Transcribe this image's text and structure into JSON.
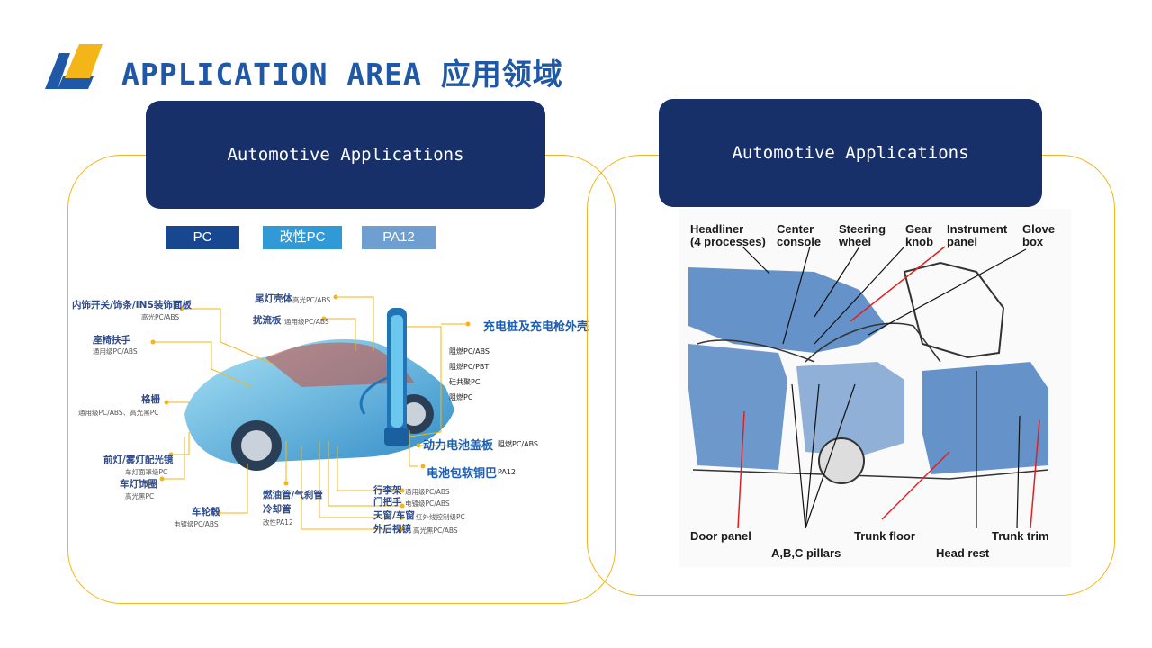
{
  "page": {
    "title": "APPLICATION AREA 应用领域"
  },
  "left_card": {
    "banner": "Automotive Applications",
    "tabs": [
      {
        "label": "PC",
        "color": "#17478f"
      },
      {
        "label": "改性PC",
        "color": "#2f9ad6"
      },
      {
        "label": "PA12",
        "color": "#6f9fd1"
      }
    ],
    "callouts": [
      {
        "name": "内饰开关/饰条/INS装饰面板",
        "material": "高光PC/ABS"
      },
      {
        "name": "座椅扶手",
        "material": "通用级PC/ABS"
      },
      {
        "name": "格栅",
        "material": "通用级PC/ABS、高光黑PC"
      },
      {
        "name": "前灯/雾灯配光镜",
        "material": "车灯面罩级PC"
      },
      {
        "name": "车灯饰圈",
        "material": "高光黑PC"
      },
      {
        "name": "车轮毂",
        "material": "电镀级PC/ABS"
      },
      {
        "name": "尾灯壳体",
        "material": "高光PC/ABS"
      },
      {
        "name": "扰流板",
        "material": "通用级PC/ABS"
      },
      {
        "name": "燃油管/气刹管",
        "name2": "冷却管",
        "material": "改性PA12"
      },
      {
        "name": "行李架",
        "material": "通用级PC/ABS"
      },
      {
        "name": "门把手",
        "material": "电镀级PC/ABS"
      },
      {
        "name": "天窗/车窗",
        "material": "红外线控制级PC"
      },
      {
        "name": "外后视镜",
        "material": "高光黑PC/ABS"
      }
    ],
    "charging": {
      "title": "充电桩及充电枪外壳",
      "materials": [
        "阻燃PC/ABS",
        "阻燃PC/PBT",
        "硅共聚PC",
        "阻燃PC"
      ]
    },
    "battery_cover": {
      "name": "动力电池盖板",
      "material": "阻燃PC/ABS"
    },
    "battery_busbar": {
      "name": "电池包软铜巴",
      "material": "PA12"
    }
  },
  "right_card": {
    "banner": "Automotive Applications",
    "labels": {
      "headliner": "Headliner\n(4 processes)",
      "center_console": "Center\nconsole",
      "steering_wheel": "Steering\nwheel",
      "gear_knob": "Gear\nknob",
      "instrument_panel": "Instrument\npanel",
      "glove_box": "Glove\nbox",
      "door_panel": "Door panel",
      "pillars": "A,B,C pillars",
      "trunk_floor": "Trunk floor",
      "head_rest": "Head rest",
      "trunk_trim": "Trunk trim"
    }
  },
  "colors": {
    "accent_blue": "#1f58a6",
    "banner_navy": "#17306a",
    "frame_gold": "#f3b517"
  }
}
